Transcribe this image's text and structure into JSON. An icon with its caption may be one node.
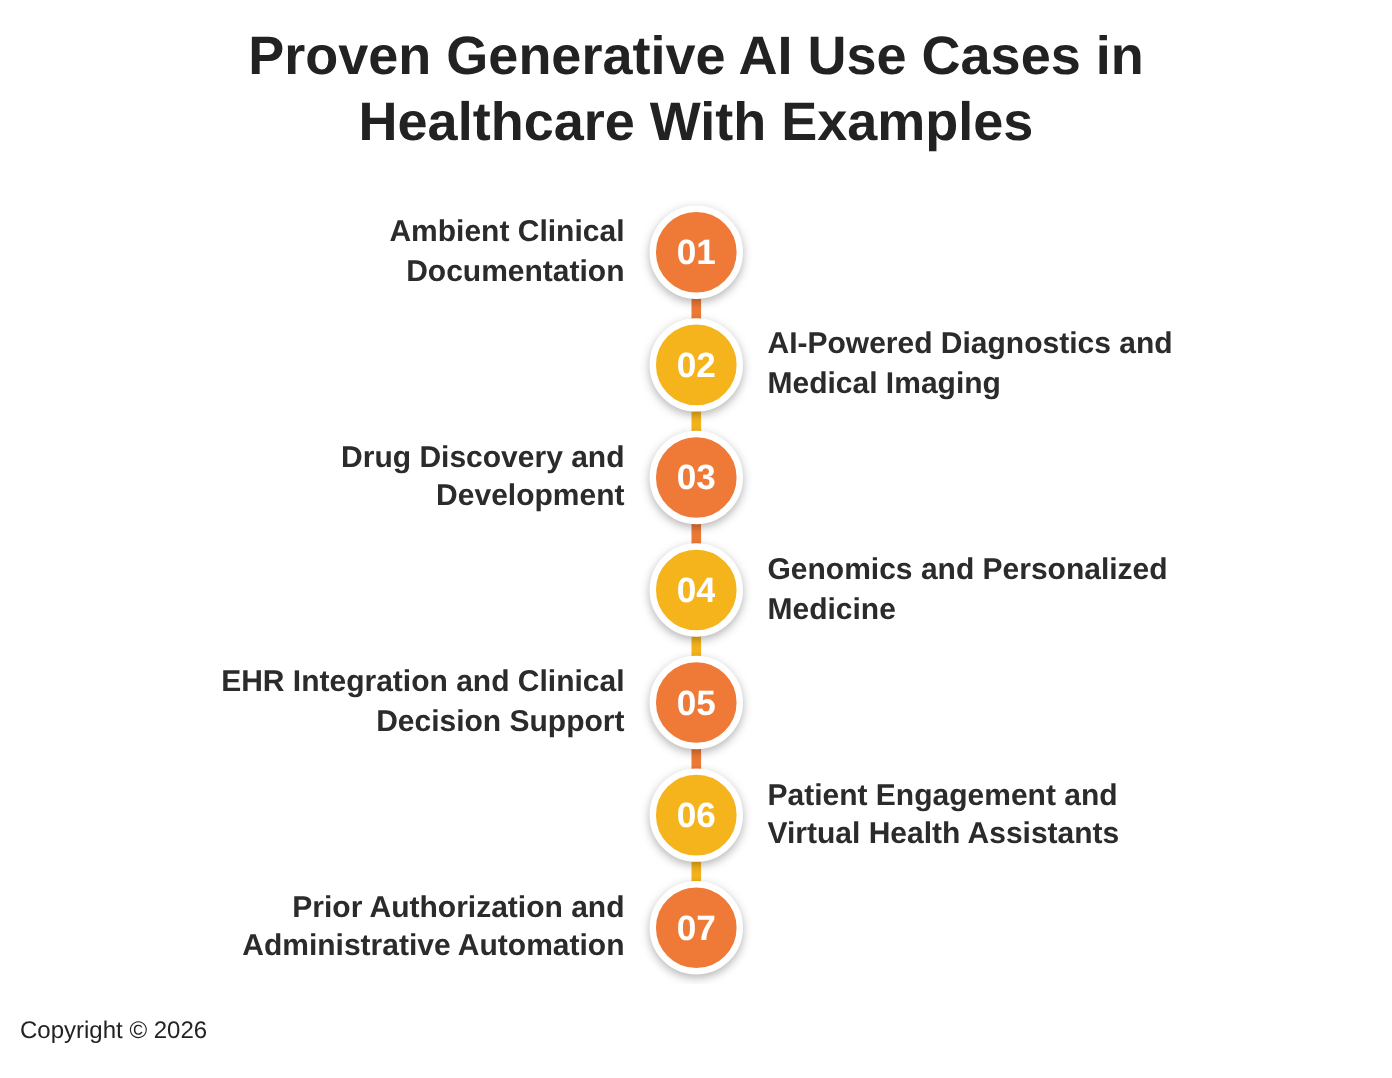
{
  "diagram": {
    "title": "Proven Generative AI Use Cases in Healthcare With Examples",
    "nodes": [
      {
        "text": [
          "01"
        ],
        "beside": [
          "Ambient Clinical Documentation"
        ]
      },
      {
        "text": [
          "02"
        ],
        "beside": [
          "AI-Powered Diagnostics and Medical Imaging"
        ]
      },
      {
        "text": [
          "03"
        ],
        "beside": [
          "Drug Discovery and Development"
        ]
      },
      {
        "text": [
          "04"
        ],
        "beside": [
          "Genomics and Personalized Medicine"
        ]
      },
      {
        "text": [
          "05"
        ],
        "beside": [
          "EHR Integration and Clinical Decision Support"
        ]
      },
      {
        "text": [
          "06"
        ],
        "beside": [
          "Patient Engagement and Virtual Health Assistants"
        ]
      },
      {
        "text": [
          "07"
        ],
        "beside": [
          "Prior Authorization and Administrative Automation"
        ]
      }
    ],
    "edges": [
      {
        "from": 0,
        "to": 1,
        "arrow": "none",
        "color": "#ef7a37"
      },
      {
        "from": 1,
        "to": 2,
        "arrow": "none",
        "color": "#f5b41c"
      },
      {
        "from": 2,
        "to": 3,
        "arrow": "none",
        "color": "#ef7a37"
      },
      {
        "from": 3,
        "to": 4,
        "arrow": "none",
        "color": "#f5b41c"
      },
      {
        "from": 4,
        "to": 5,
        "arrow": "none",
        "color": "#ef7a37"
      },
      {
        "from": 5,
        "to": 6,
        "arrow": "none",
        "color": "#f5b41c"
      }
    ],
    "labels": [
      "Copyright © 2026"
    ]
  }
}
